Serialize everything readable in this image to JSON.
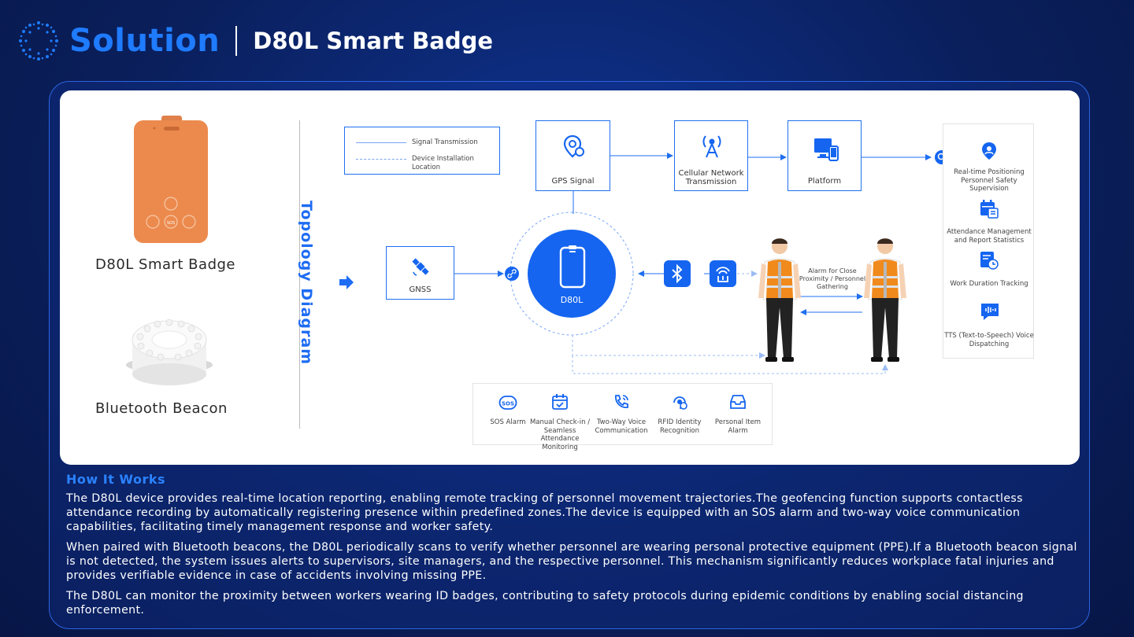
{
  "header": {
    "section": "Solution",
    "title": "D80L Smart Badge"
  },
  "products": {
    "badge_label": "D80L Smart Badge",
    "beacon_label": "Bluetooth Beacon"
  },
  "diagram": {
    "title": "Topology Diagram",
    "legend": {
      "signal": "Signal Transmission",
      "install": "Device Installation Location"
    },
    "gps": "GPS Signal",
    "cellular": "Cellular Network Transmission",
    "platform": "Platform",
    "gnss": "GNSS",
    "device": "D80L",
    "alarm_note": "Alarm for Close Proximity / Personnel Gathering",
    "platform_features": [
      "Real-time Positioning Personnel Safety Supervision",
      "Attendance Management and Report Statistics",
      "Work Duration Tracking",
      "TTS (Text-to-Speech) Voice Dispatching"
    ],
    "device_features": [
      "SOS Alarm",
      "Manual Check-in / Seamless Attendance Monitoring",
      "Two-Way Voice Communication",
      "RFID Identity Recognition",
      "Personal Item Alarm"
    ]
  },
  "how_it_works": {
    "title": "How It Works",
    "p1": "The D80L device provides real-time location reporting, enabling remote tracking of personnel movement trajectories.The geofencing function supports contactless attendance recording by automatically registering presence within predefined zones.The device is equipped with an SOS alarm and two-way voice communication capabilities, facilitating timely management response and worker safety.",
    "p2": "When paired with Bluetooth beacons, the D80L periodically scans to verify whether personnel are wearing personal protective equipment (PPE).If a Bluetooth beacon signal is not detected, the system issues alerts to supervisors, site managers, and the respective personnel. This mechanism significantly reduces workplace fatal injuries and provides verifiable evidence in case of accidents involving missing PPE.",
    "p3": "The D80L can monitor the proximity between workers wearing ID badges, contributing to safety protocols during epidemic conditions by enabling social distancing enforcement."
  },
  "colors": {
    "accent": "#1f7bff",
    "device_blue": "#1565f0",
    "badge_orange": "#ec8a4e",
    "background": "#0a1f5c"
  }
}
